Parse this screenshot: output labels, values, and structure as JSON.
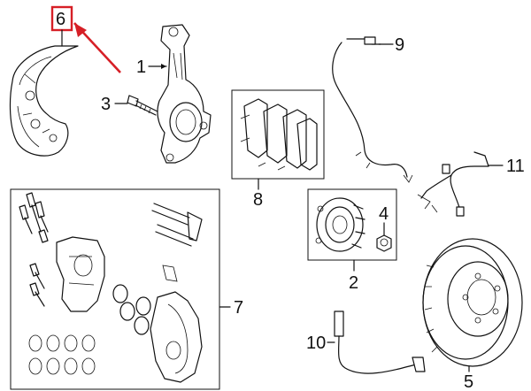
{
  "callouts": {
    "c1": "1",
    "c2": "2",
    "c3": "3",
    "c4": "4",
    "c5": "5",
    "c6": "6",
    "c7": "7",
    "c8": "8",
    "c9": "9",
    "c10": "10",
    "c11": "11"
  },
  "colors": {
    "line": "#111111",
    "highlight": "#d61f26"
  }
}
